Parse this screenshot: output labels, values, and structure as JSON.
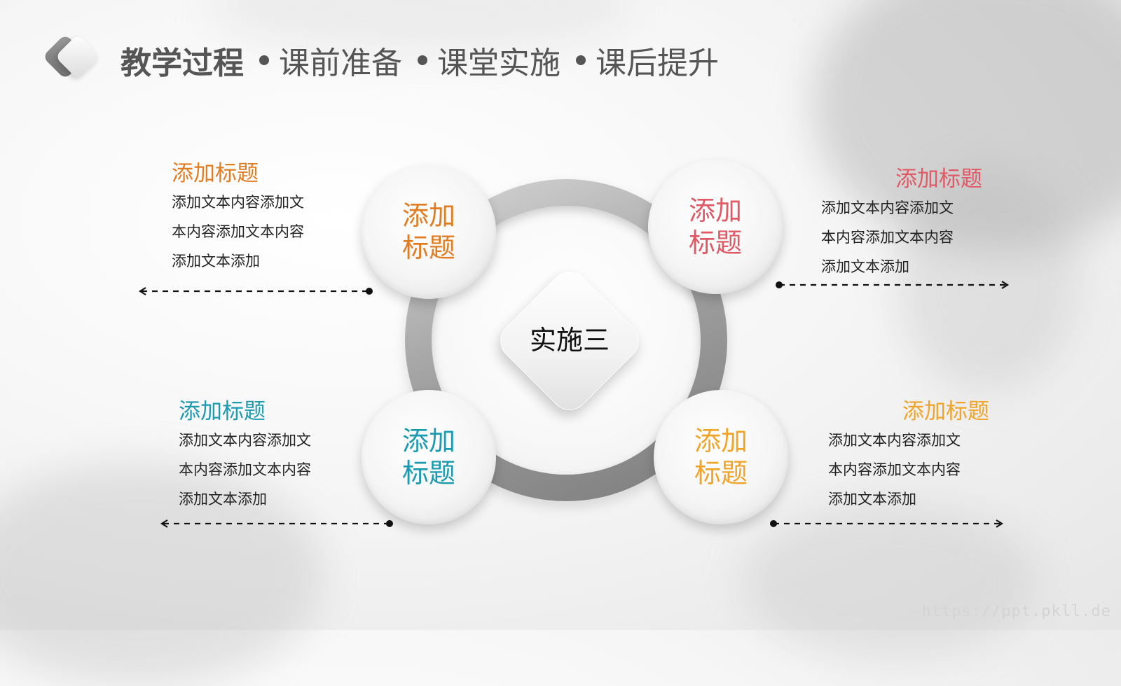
{
  "header": {
    "title": "教学过程",
    "items": [
      "课前准备",
      "课堂实施",
      "课后提升"
    ]
  },
  "center": {
    "label": "实施三"
  },
  "circles": [
    {
      "label": "添加标题",
      "color": "#e07d22"
    },
    {
      "label": "添加标题",
      "color": "#e05a66"
    },
    {
      "label": "添加标题",
      "color": "#1b9ab0"
    },
    {
      "label": "添加标题",
      "color": "#f0a52a"
    }
  ],
  "blocks": [
    {
      "title": "添加标题",
      "lines": [
        "添加文本内容添加文",
        "本内容添加文本内容",
        "添加文本添加"
      ]
    },
    {
      "title": "添加标题",
      "lines": [
        "添加文本内容添加文",
        "本内容添加文本内容",
        "添加文本添加"
      ]
    },
    {
      "title": "添加标题",
      "lines": [
        "添加文本内容添加文",
        "本内容添加文本内容",
        "添加文本添加"
      ]
    },
    {
      "title": "添加标题",
      "lines": [
        "添加文本内容添加文",
        "本内容添加文本内容",
        "添加文本添加"
      ]
    }
  ],
  "watermark": "https://ppt.pkll.de"
}
